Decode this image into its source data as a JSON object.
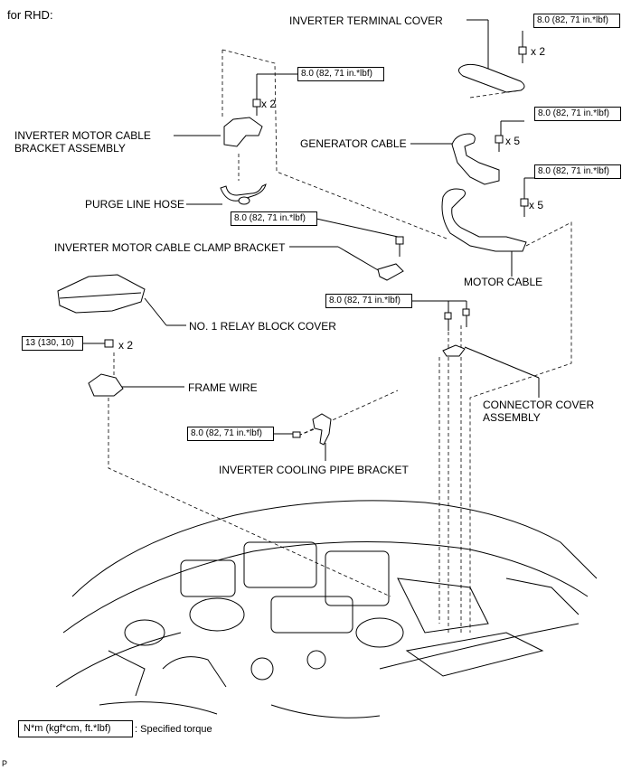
{
  "header": {
    "title": "for RHD:"
  },
  "torque": {
    "inverter_terminal_cover": "8.0 (82, 71 in.*lbf)",
    "bracket_assembly": "8.0 (82, 71 in.*lbf)",
    "generator_cable": "8.0 (82, 71 in.*lbf)",
    "motor_cable": "8.0 (82, 71 in.*lbf)",
    "clamp_bracket": "8.0 (82, 71 in.*lbf)",
    "connector_cover": "8.0 (82, 71 in.*lbf)",
    "frame_wire": "13 (130, 10)",
    "cooling_pipe_bracket": "8.0 (82, 71 in.*lbf)"
  },
  "quantities": {
    "terminal_cover_bolts": "x 2",
    "bracket_bolts": "x 2",
    "generator_bolts": "x 5",
    "motor_bolts": "x 5",
    "frame_wire_nuts": "x 2"
  },
  "labels": {
    "inverter_terminal_cover": "INVERTER TERMINAL COVER",
    "bracket_assembly_line1": "INVERTER MOTOR CABLE",
    "bracket_assembly_line2": "BRACKET ASSEMBLY",
    "generator_cable": "GENERATOR CABLE",
    "purge_line_hose": "PURGE LINE HOSE",
    "clamp_bracket": "INVERTER MOTOR CABLE CLAMP BRACKET",
    "motor_cable": "MOTOR CABLE",
    "relay_block_cover": "NO. 1 RELAY BLOCK COVER",
    "frame_wire": "FRAME WIRE",
    "connector_cover_line1": "CONNECTOR COVER",
    "connector_cover_line2": "ASSEMBLY",
    "cooling_pipe_bracket": "INVERTER COOLING PIPE BRACKET"
  },
  "legend": {
    "symbol": "N*m (kgf*cm, ft.*lbf)",
    "description": ": Specified torque"
  },
  "footer": {
    "code": "P"
  }
}
